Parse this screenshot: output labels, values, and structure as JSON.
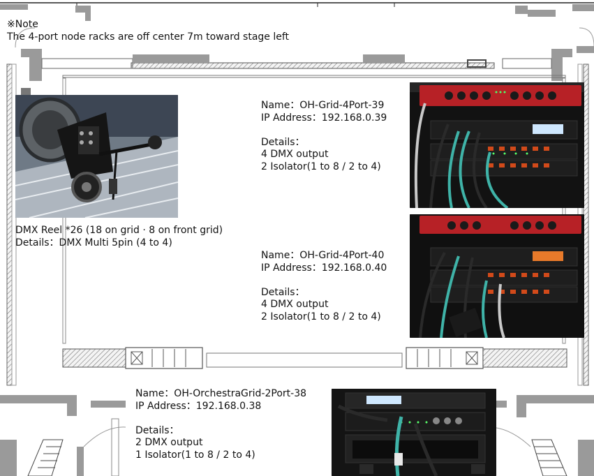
{
  "note": {
    "mark": "※Note",
    "text": "The 4-port node racks are off center 7m toward stage left"
  },
  "reel": {
    "line1": "DMX Reel *26 (18 on grid · 8 on front grid)",
    "line2": "Details：DMX Multi 5pin (4 to 4)"
  },
  "node39": {
    "name": "Name：OH-Grid-4Port-39",
    "ip": "IP Address：192.168.0.39",
    "details_label": "Details：",
    "output": "4 DMX output",
    "isolator": "2 Isolator(1 to 8 / 2 to 4)"
  },
  "node40": {
    "name": "Name：OH-Grid-4Port-40",
    "ip": "IP Address：192.168.0.40",
    "details_label": "Details：",
    "output": "4 DMX output",
    "isolator": "2 Isolator(1 to 8 / 2 to 4)"
  },
  "node38": {
    "name": "Name：OH-OrchestraGrid-2Port-38",
    "ip": "IP Address：192.168.0.38",
    "details_label": "Details：",
    "output": "2 DMX output",
    "isolator": "1 Isolator(1 to 8 / 2 to 4)"
  },
  "colors": {
    "wall": "#8a8a8a",
    "wall_dark": "#555555",
    "rack": "#1c1c1c",
    "node_red": "#c8242a",
    "cable_teal": "#3fb3a8"
  }
}
